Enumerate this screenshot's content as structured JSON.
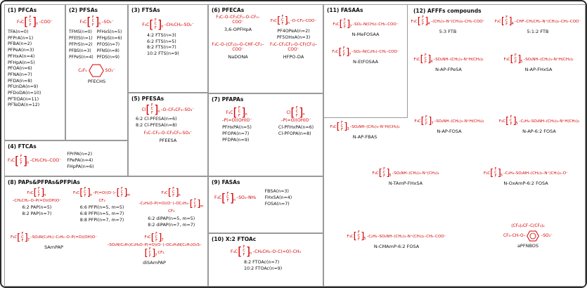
{
  "figure": {
    "structure_color": "#d40000",
    "label_color": "#111111",
    "border_color": "#2b2b2b",
    "panel_border_color": "#9a9a9a",
    "background": "#ffffff"
  },
  "chain_unit": {
    "top": "F",
    "mid": "C",
    "bottom": "F"
  },
  "panels": {
    "p1": {
      "title": "(1) PFCAs",
      "chain": {
        "pre": "F₃C",
        "sub": "n",
        "post": "–COO⁻"
      },
      "compounds": [
        "TFA(n=0)",
        "PFPrA(n=1)",
        "PFBA(n=2)",
        "PFPeA(n=3)",
        "PFHxA(n=4)",
        "PFHpA(n=5)",
        "PFOA(n=6)",
        "PFNA(n=7)",
        "PFDA(n=8)",
        "PFUnDA(n=9)",
        "PFDoDA(n=10)",
        "PFTrDA(n=11)",
        "PFTeDA(n=12)"
      ]
    },
    "p2": {
      "title": "(2) PFSAs",
      "chain": {
        "pre": "F₃C",
        "sub": "n",
        "post": "–SO₃⁻"
      },
      "compounds_col1": [
        "TFMS(n=0)",
        "PFEtS(n=1)",
        "PFPrS(n=2)",
        "PFBS(n=3)",
        "PFPeS(n=4)"
      ],
      "compounds_col2": [
        "PFHxS(n=5)",
        "PFHpS(n=6)",
        "PFOS(n=7)",
        "PFNS(n=8)",
        "PFDS(n=9)"
      ],
      "extra": {
        "left": "C₂F₅",
        "right": "SO₃⁻",
        "label": "PFECHS"
      }
    },
    "p3": {
      "title": "(3) FTSAs",
      "chain": {
        "pre": "F₃C",
        "sub": "n",
        "post": "–CH₂CH₂–SO₃⁻"
      },
      "compounds": [
        "4:2 FTS(n=3)",
        "6:2 FTS(n=5)",
        "8:2 FTS(n=7)",
        "10:2 FTS(n=9)"
      ]
    },
    "p4": {
      "title": "(4) FTCAs",
      "chain": {
        "pre": "F₃C",
        "sub": "n",
        "post": "–CH₂CH₂–COO⁻"
      },
      "compounds": [
        "FPrPA(n=2)",
        "FPePA(n=4)",
        "FHpPA(n=6)"
      ]
    },
    "p5": {
      "title": "(5) PFESAs",
      "chain": {
        "pre": "Cl",
        "sub": "n",
        "post": "–O–CF₂CF₂–SO₃⁻"
      },
      "compounds": [
        "6:2 Cl-PFESA(n=6)",
        "8:2 Cl-PFESA(n=8)"
      ],
      "extra": {
        "formula": "F₃C–CF₂–O–CF₂CF₂–SO₃⁻",
        "label": "PFEESA"
      }
    },
    "p6": {
      "title": "(6) PFECAs",
      "s1": {
        "formula": "F₃C–O–CF₂CF₂–O–CF₂–COO⁻",
        "label": "3,6-OPFHpA"
      },
      "s2": {
        "chain": {
          "pre": "F₃C",
          "sub": "n",
          "post": "–O–CF₂–COO⁻"
        },
        "labels": [
          "PF4OPeA(n=2)",
          "PF5OHxA(n=3)"
        ]
      },
      "s3": {
        "formula": "F₃C–O–(CF₂)₃–O–CHF–CF₂–COO⁻",
        "label": "NaDONA"
      },
      "s4": {
        "formula": "F₃C–CF₂CF₂–O–CF(CF₃)–COO⁻",
        "label": "HFPO-DA"
      }
    },
    "p7": {
      "title": "(7) PFAPAs",
      "s1": {
        "chain": {
          "pre": "F₃C",
          "sub": "n",
          "post": "–P(=O)(OH)O⁻"
        },
        "labels": [
          "PFHxPA(n=5)",
          "PFOPA(n=7)",
          "PFDPA(n=9)"
        ]
      },
      "s2": {
        "chain": {
          "pre": "Cl",
          "sub": "n",
          "post": "–P(=O)(OH)O⁻"
        },
        "labels": [
          "Cl-PFHxPA(n=6)",
          "Cl-PFOPA(n=8)"
        ]
      }
    },
    "p8": {
      "title": "(8) PAPs&PFPAs&PFPiAs",
      "pap": {
        "chain": {
          "pre": "F₃C",
          "sub": "n",
          "post": "–CH₂CH₂–O–P(=O)(OH)O⁻"
        },
        "labels": [
          "6:2 PAP(n=5)",
          "8:2 PAP(n=7)"
        ]
      },
      "pfpi": {
        "chain": {
          "pre": "F₃C",
          "sub": "n",
          "mid": "–P(=O)(O⁻)–",
          "sub2": "m",
          "post": "CF₃"
        },
        "labels": [
          "6:6 PFPi(n=5, m=5)",
          "6:8 PFPi(n=5, m=7)",
          "8:8 PFPi(n=7, m=7)"
        ]
      },
      "dipap": {
        "chain": {
          "pre": "F₃C",
          "sub": "n",
          "mid": "–C₂H₄O–P(=O)(O⁻)–OC₂H₄–",
          "sub2": "m",
          "post": "CF₃"
        },
        "labels": [
          "6:2 diPAP(n=5, m=5)",
          "8:2 diPAP(n=7, m=7)"
        ]
      },
      "sampap": {
        "chain": {
          "pre": "F₃C",
          "sub": "7",
          "post": "–SO₂N(C₂H₅)–C₂H₄–O–P(=O)(OH)O⁻"
        },
        "label": "SAmPAP"
      },
      "disampap": {
        "chain": {
          "pre": "F₃C",
          "sub": "7",
          "mid": "–SO₂N(C₂H₅)C₂H₄O–P(=O)(O⁻)–OC₂H₄N(C₂H₅)O₂S–",
          "sub2": "7",
          "post": "CF₃"
        },
        "label": "diSAmPAP"
      }
    },
    "p9": {
      "title": "(9) FASAs",
      "chain": {
        "pre": "F₃C",
        "sub": "n",
        "post": "–SO₂–NH₂"
      },
      "compounds": [
        "FBSA(n=3)",
        "FHxSA(n=4)",
        "FOSA(n=7)"
      ]
    },
    "p10": {
      "title": "(10) X:2 FTOAc",
      "chain": {
        "pre": "F₃C",
        "sub": "n",
        "post": "–CH₂CH₂–O–C(=O)–CH₃"
      },
      "compounds": [
        "8:2 FTOAc(n=7)",
        "10:2 FTOAc(n=9)"
      ]
    },
    "p11": {
      "title": "(11) FASAAs",
      "me": {
        "chain": {
          "pre": "F₃C",
          "sub": "7",
          "post": "–SO₂–N(CH₃)–CH₂–COO⁻"
        },
        "label": "N-MeFOSAA"
      },
      "et": {
        "chain": {
          "pre": "F₃C",
          "sub": "7",
          "post": "–SO₂–N(C₂H₅)–CH₂–COO⁻"
        },
        "label": "N-EtFOSAA"
      }
    },
    "p12": {
      "title": "(12) AFFFs compounds",
      "ftb53": {
        "chain": {
          "pre": "F₃C",
          "sub": "4",
          "post": "–(CH₂)₃–N⁺(CH₃)₂–CH₂–COO⁻"
        },
        "label": "5:3 FTB"
      },
      "ftb512": {
        "chain": {
          "pre": "F₃C",
          "sub": "4",
          "post": "–CHF–CH₂CH₂–N⁺(CH₃)₂–CH₂–COO⁻"
        },
        "label": "5:1:2 FTB"
      },
      "apfpesa": {
        "chain": {
          "pre": "F₃C",
          "sub": "4",
          "post": "–SO₂NH–(CH₂)₃–N⁺H(CH₃)₂"
        },
        "label": "N-AP-FPeSA"
      },
      "apfhxsa": {
        "chain": {
          "pre": "F₃C",
          "sub": "5",
          "post": "–SO₂NH–(CH₂)₃–N⁺H(CH₃)₂"
        },
        "label": "N-AP-FHxSA"
      },
      "apfbas": {
        "chain": {
          "pre": "F₃C",
          "sub": "3",
          "post": "–SO₂NH–(CH₂)₃–N⁺H(CH₃)₂"
        },
        "label": "N-AP-FBAS"
      },
      "apfosa": {
        "chain": {
          "pre": "F₃C",
          "sub": "7",
          "post": "–SO₂NH–(CH₂)₃–N⁺H(CH₃)₂"
        },
        "label": "N-AP-FOSA"
      },
      "ap62fosa": {
        "chain": {
          "pre": "F₃C",
          "sub": "5",
          "post": "–C₂H₄–SO₂NH–(CH₂)₃–N⁺H(CH₃)₂"
        },
        "label": "N-AP-6:2 FOSA"
      },
      "tamp": {
        "chain": {
          "pre": "F₃C",
          "sub": "5",
          "post": "–SO₂NH–(CH₂)₃–N⁺(CH₃)₃"
        },
        "label": "N-TAmP-FHxSA"
      },
      "oxamp": {
        "chain": {
          "pre": "F₃C",
          "sub": "5",
          "post": "–C₂H₄–SO₂NH–(CH₂)₃–N⁺(CH₃)₂–O⁻"
        },
        "label": "N-OxAmP-6:2 FOSA"
      },
      "cmamp": {
        "chain": {
          "pre": "F₃C",
          "sub": "5",
          "post": "–C₂H₄–SO₂NH–(CH₂)₃–N⁺(CH₃)₂–CH₂–COO⁻"
        },
        "label": "N-CMAmP-6:2 FOSA"
      },
      "apfnbos": {
        "line1": "(CF₃)₂CF–C(CF₃)₂",
        "line2": "CF₃–CH–O–",
        "right": "–SO₃⁻",
        "label": "aPFNBOS"
      }
    }
  }
}
